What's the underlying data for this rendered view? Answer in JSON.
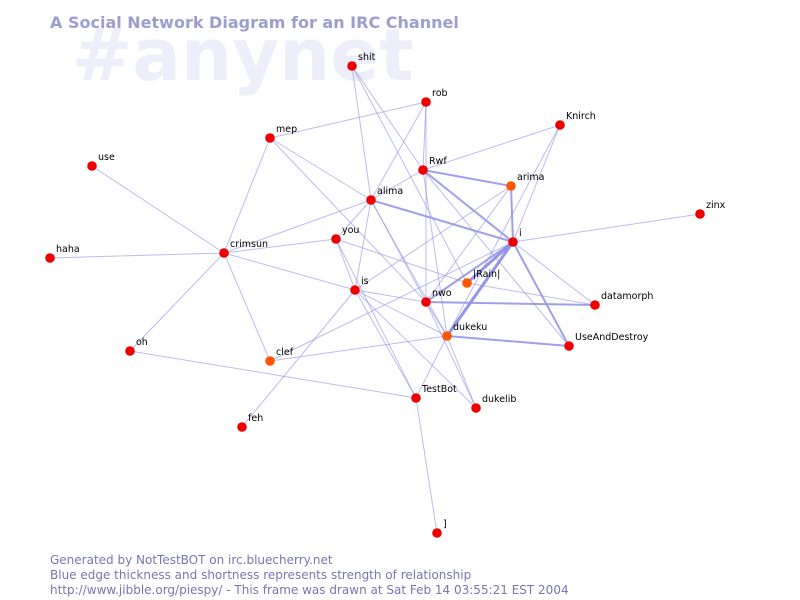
{
  "watermark": "#anynet",
  "title": "A Social Network Diagram for an IRC Channel",
  "footer": {
    "line1": "Generated by NotTestBOT on irc.bluecherry.net",
    "line2": "Blue edge thickness and shortness represents strength of relationship",
    "line3": "http://www.jibble.org/piespy/ - This frame was drawn at Sat Feb 14 03:55:21 EST 2004"
  },
  "colors": {
    "node_default": "#ee0000",
    "node_active": "#ff5500",
    "edge": "#8f8fe6",
    "title": "#9d9dcf",
    "footer": "#7777b0",
    "watermark": "#eeeefa"
  },
  "nodes": [
    {
      "id": "shit",
      "label": "shit",
      "active": false
    },
    {
      "id": "rob",
      "label": "rob",
      "active": false
    },
    {
      "id": "Knirch",
      "label": "Knirch",
      "active": false
    },
    {
      "id": "mep",
      "label": "mep",
      "active": false
    },
    {
      "id": "use",
      "label": "use",
      "active": false
    },
    {
      "id": "Rwf",
      "label": "Rwf",
      "active": false
    },
    {
      "id": "arima",
      "label": "arima",
      "active": true
    },
    {
      "id": "alima",
      "label": "alima",
      "active": false
    },
    {
      "id": "zinx",
      "label": "zinx",
      "active": false
    },
    {
      "id": "you",
      "label": "you",
      "active": false
    },
    {
      "id": "i",
      "label": "i",
      "active": false
    },
    {
      "id": "haha",
      "label": "haha",
      "active": false
    },
    {
      "id": "crimsun",
      "label": "crimsun",
      "active": false
    },
    {
      "id": "Rain",
      "label": "|Rain|",
      "active": true
    },
    {
      "id": "is",
      "label": "is",
      "active": false
    },
    {
      "id": "nwo",
      "label": "nwo",
      "active": false
    },
    {
      "id": "datamorph",
      "label": "datamorph",
      "active": false
    },
    {
      "id": "dukeku",
      "label": "dukeku",
      "active": true
    },
    {
      "id": "UseAndDestroy",
      "label": "UseAndDestroy",
      "active": false
    },
    {
      "id": "oh",
      "label": "oh",
      "active": false
    },
    {
      "id": "clef",
      "label": "clef",
      "active": true
    },
    {
      "id": "TestBot",
      "label": "TestBot",
      "active": false
    },
    {
      "id": "dukelib",
      "label": "dukelib",
      "active": false
    },
    {
      "id": "feh",
      "label": "feh",
      "active": false
    },
    {
      "id": "j",
      "label": "]",
      "active": false
    }
  ],
  "edges": [
    {
      "source": "i",
      "target": "dukeku",
      "weight": 3
    },
    {
      "source": "i",
      "target": "Rain",
      "weight": 3
    },
    {
      "source": "i",
      "target": "nwo",
      "weight": 2
    },
    {
      "source": "i",
      "target": "arima",
      "weight": 2
    },
    {
      "source": "i",
      "target": "Rwf",
      "weight": 2
    },
    {
      "source": "i",
      "target": "alima",
      "weight": 2
    },
    {
      "source": "i",
      "target": "UseAndDestroy",
      "weight": 2
    },
    {
      "source": "i",
      "target": "datamorph",
      "weight": 1
    },
    {
      "source": "i",
      "target": "zinx",
      "weight": 1
    },
    {
      "source": "i",
      "target": "Knirch",
      "weight": 1
    },
    {
      "source": "i",
      "target": "clef",
      "weight": 1
    },
    {
      "source": "nwo",
      "target": "datamorph",
      "weight": 2
    },
    {
      "source": "dukeku",
      "target": "UseAndDestroy",
      "weight": 2
    },
    {
      "source": "Rwf",
      "target": "arima",
      "weight": 2
    },
    {
      "source": "Rwf",
      "target": "Knirch",
      "weight": 1
    },
    {
      "source": "Rwf",
      "target": "shit",
      "weight": 1
    },
    {
      "source": "Rwf",
      "target": "alima",
      "weight": 1
    },
    {
      "source": "Rwf",
      "target": "UseAndDestroy",
      "weight": 1
    },
    {
      "source": "Rwf",
      "target": "dukeku",
      "weight": 1
    },
    {
      "source": "arima",
      "target": "nwo",
      "weight": 1
    },
    {
      "source": "arima",
      "target": "is",
      "weight": 1
    },
    {
      "source": "rob",
      "target": "mep",
      "weight": 1
    },
    {
      "source": "rob",
      "target": "Rwf",
      "weight": 1
    },
    {
      "source": "rob",
      "target": "alima",
      "weight": 1
    },
    {
      "source": "rob",
      "target": "nwo",
      "weight": 1
    },
    {
      "source": "shit",
      "target": "alima",
      "weight": 1
    },
    {
      "source": "shit",
      "target": "Rain",
      "weight": 1
    },
    {
      "source": "mep",
      "target": "crimsun",
      "weight": 1
    },
    {
      "source": "mep",
      "target": "alima",
      "weight": 1
    },
    {
      "source": "mep",
      "target": "nwo",
      "weight": 1
    },
    {
      "source": "use",
      "target": "crimsun",
      "weight": 1
    },
    {
      "source": "haha",
      "target": "crimsun",
      "weight": 1
    },
    {
      "source": "alima",
      "target": "you",
      "weight": 1
    },
    {
      "source": "alima",
      "target": "is",
      "weight": 1
    },
    {
      "source": "alima",
      "target": "nwo",
      "weight": 1
    },
    {
      "source": "alima",
      "target": "dukeku",
      "weight": 1
    },
    {
      "source": "crimsun",
      "target": "alima",
      "weight": 1
    },
    {
      "source": "crimsun",
      "target": "you",
      "weight": 1
    },
    {
      "source": "crimsun",
      "target": "is",
      "weight": 1
    },
    {
      "source": "crimsun",
      "target": "oh",
      "weight": 1
    },
    {
      "source": "crimsun",
      "target": "clef",
      "weight": 1
    },
    {
      "source": "you",
      "target": "is",
      "weight": 1
    },
    {
      "source": "you",
      "target": "Rain",
      "weight": 1
    },
    {
      "source": "you",
      "target": "TestBot",
      "weight": 1
    },
    {
      "source": "is",
      "target": "nwo",
      "weight": 1
    },
    {
      "source": "is",
      "target": "dukeku",
      "weight": 1
    },
    {
      "source": "is",
      "target": "dukelib",
      "weight": 1
    },
    {
      "source": "is",
      "target": "TestBot",
      "weight": 1
    },
    {
      "source": "is",
      "target": "feh",
      "weight": 1
    },
    {
      "source": "nwo",
      "target": "dukeku",
      "weight": 1
    },
    {
      "source": "nwo",
      "target": "dukelib",
      "weight": 1
    },
    {
      "source": "Rain",
      "target": "datamorph",
      "weight": 1
    },
    {
      "source": "dukeku",
      "target": "clef",
      "weight": 1
    },
    {
      "source": "dukeku",
      "target": "TestBot",
      "weight": 1
    },
    {
      "source": "dukeku",
      "target": "dukelib",
      "weight": 1
    },
    {
      "source": "oh",
      "target": "TestBot",
      "weight": 1
    },
    {
      "source": "TestBot",
      "target": "j",
      "weight": 1
    },
    {
      "source": "Knirch",
      "target": "dukeku",
      "weight": 1
    }
  ]
}
